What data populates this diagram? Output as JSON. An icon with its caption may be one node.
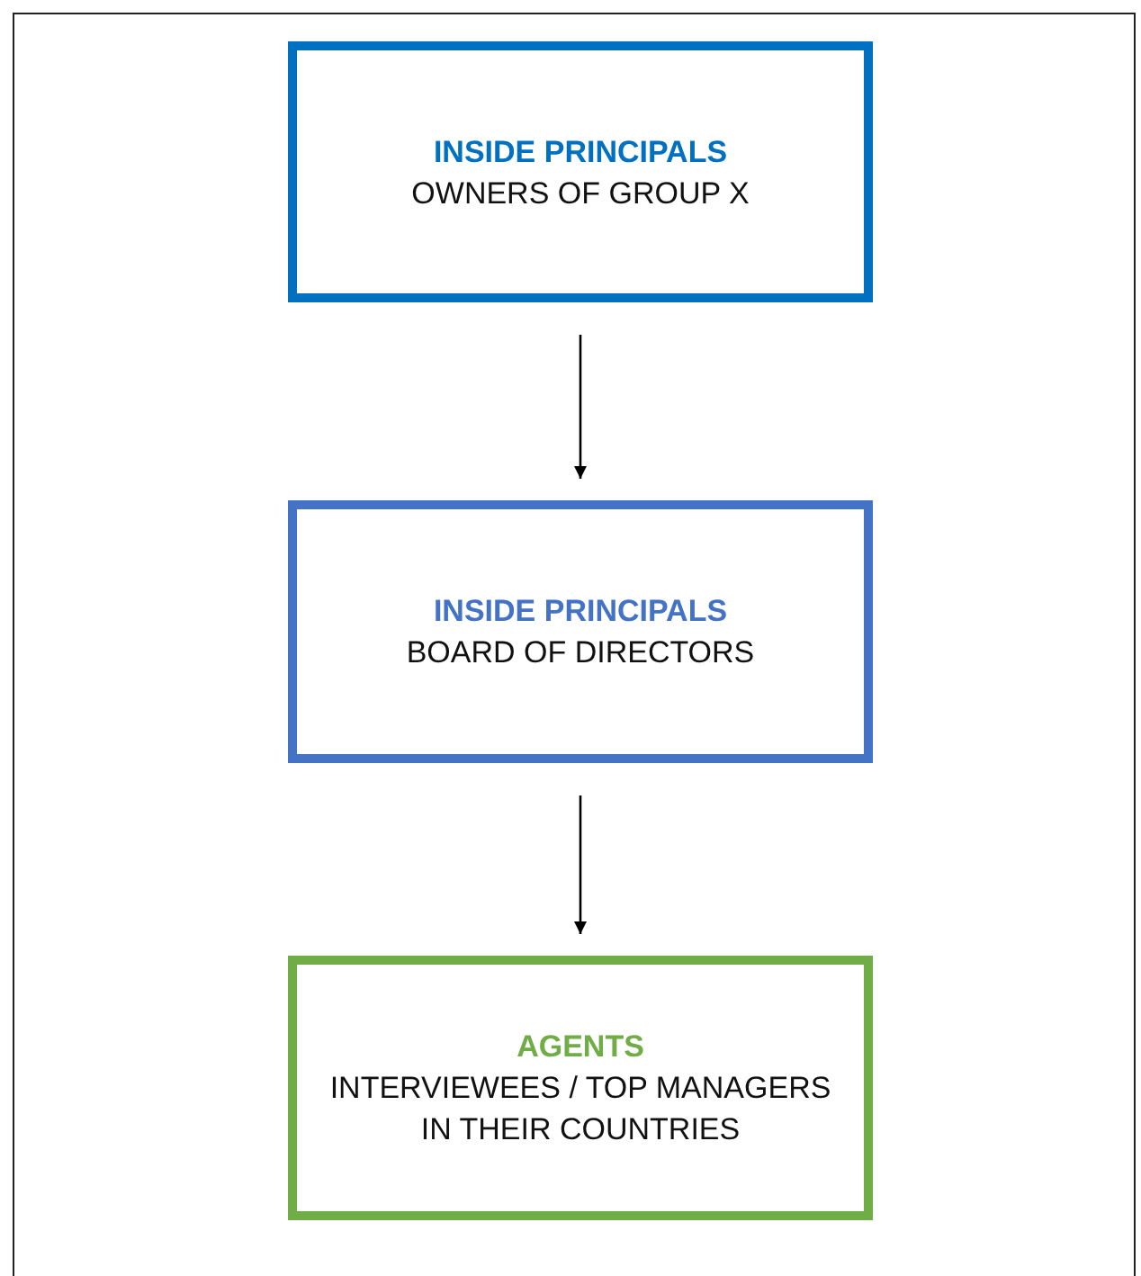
{
  "diagram": {
    "nodes": [
      {
        "text": [
          "INSIDE PRINCIPALS",
          "OWNERS OF GROUP X"
        ]
      },
      {
        "text": [
          "INSIDE PRINCIPALS",
          "BOARD OF DIRECTORS"
        ]
      },
      {
        "text": [
          "AGENTS",
          "INTERVIEWEES / TOP MANAGERS IN THEIR COUNTRIES"
        ]
      }
    ],
    "edges": [
      {
        "from": 0,
        "to": 1,
        "arrow": "to"
      },
      {
        "from": 1,
        "to": 2,
        "arrow": "to"
      }
    ]
  }
}
